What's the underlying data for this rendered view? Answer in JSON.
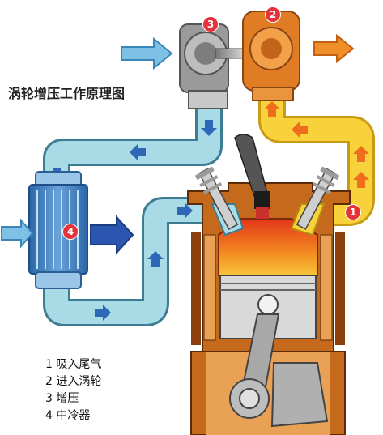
{
  "title": "涡轮增压工作原理图",
  "badges": {
    "one": "1",
    "two": "2",
    "three": "3",
    "four": "4"
  },
  "legend": [
    "1 吸入尾气",
    "2 进入涡轮",
    "3 增压",
    "4 中冷器"
  ],
  "colors": {
    "cold_air": "#a9dbe6",
    "exhaust": "#f7d23a",
    "engine_body": "#c56a1c",
    "combustion": "#f0561a",
    "badge": "#e5323a"
  }
}
